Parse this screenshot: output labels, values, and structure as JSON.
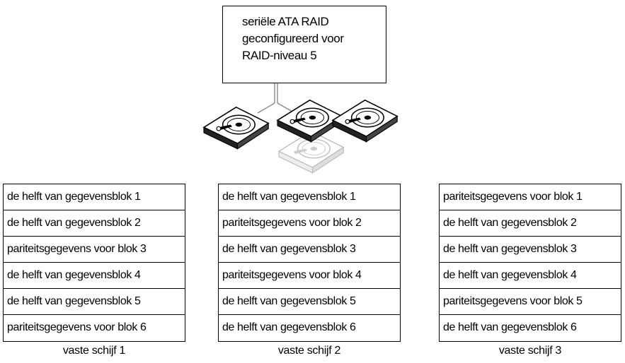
{
  "controller": {
    "lines": [
      "seriële ATA RAID",
      "geconfigureerd voor",
      "RAID-niveau 5"
    ]
  },
  "disks": [
    {
      "label": "vaste schijf 1",
      "rows": [
        "de helft van gegevensblok 1",
        "de helft van gegevensblok 2",
        "pariteitsgegevens voor blok 3",
        "de helft van gegevensblok 4",
        "de helft van gegevensblok 5",
        "pariteitsgegevens voor blok 6"
      ]
    },
    {
      "label": "vaste schijf 2",
      "rows": [
        "de helft van gegevensblok 1",
        "pariteitsgegevens voor blok 2",
        "de helft van gegevensblok 3",
        "pariteitsgegevens voor blok 4",
        "de helft van gegevensblok 5",
        "de helft van gegevensblok 6"
      ]
    },
    {
      "label": "vaste schijf 3",
      "rows": [
        "pariteitsgegevens voor blok 1",
        "de helft van gegevensblok 2",
        "de helft van gegevensblok 3",
        "de helft van gegevensblok 4",
        "pariteitsgegevens voor blok 5",
        "de helft van gegevensblok 6"
      ]
    }
  ]
}
